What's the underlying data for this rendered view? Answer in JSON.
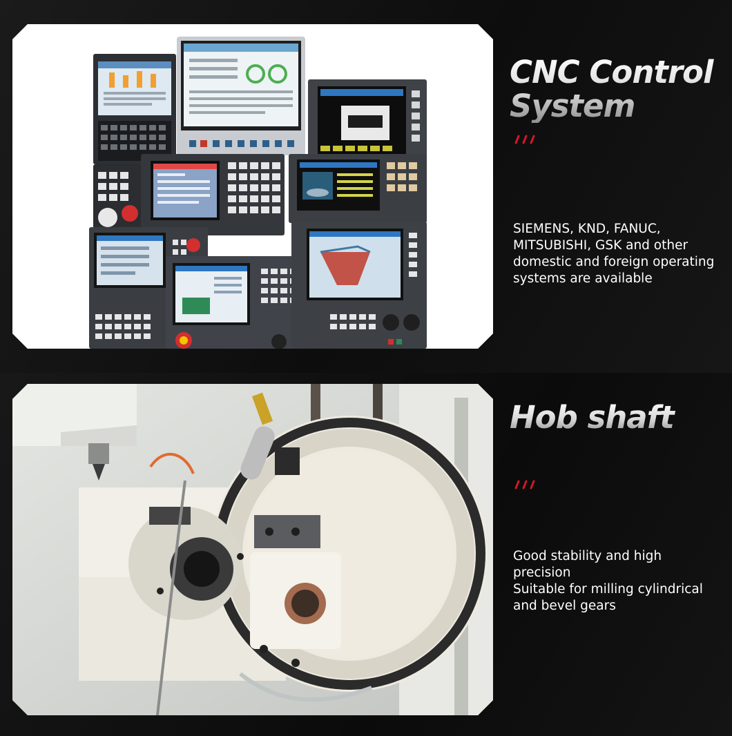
{
  "colors": {
    "background": "#111111",
    "accent": "#d4182a",
    "text": "#ffffff"
  },
  "section1": {
    "title": "CNC Control\nSystem",
    "description": "SIEMENS, KND, FANUC, MITSUBISHI, GSK and other domestic and foreign operating systems are available",
    "image": "cnc-control-panels-photo"
  },
  "section2": {
    "title": "Hob shaft",
    "description_lines": [
      "Good stability and high precision",
      "Suitable for milling cylindrical and bevel gears"
    ],
    "image": "hob-shaft-machine-photo"
  }
}
